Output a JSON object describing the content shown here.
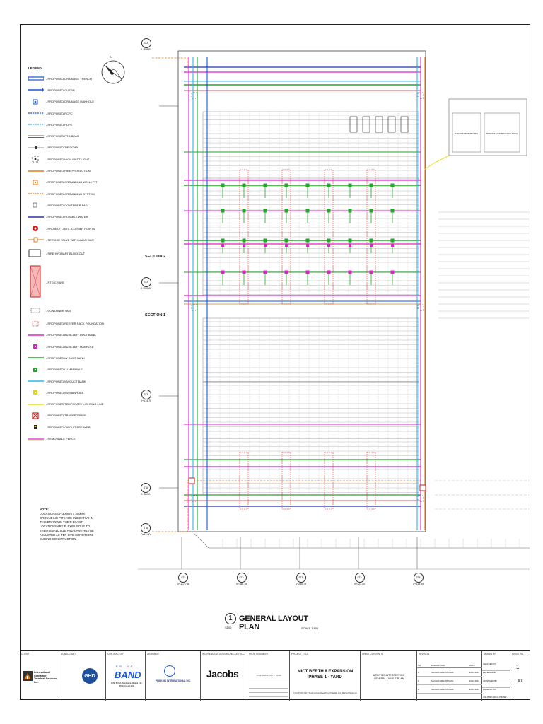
{
  "legend": {
    "title": "LEGEND",
    "items": [
      {
        "label": "- PROPOSED DRAINAGE TRENCH",
        "color": "#1a55d6",
        "sym": "trench"
      },
      {
        "label": "- PROPOSED OUTFALL",
        "color": "#1a55d6",
        "sym": "outfall"
      },
      {
        "label": "- PROPOSED DRAINAGE MANHOLE",
        "color": "#1a55d6",
        "sym": "mh"
      },
      {
        "label": "- PROPOSED RCPC",
        "color": "#1a55d6",
        "sym": "dash"
      },
      {
        "label": "- PROPOSED HDPE",
        "color": "#39a0e0",
        "sym": "dash"
      },
      {
        "label": "- PROPOSED RTG BEAM",
        "color": "#666666",
        "sym": "beam"
      },
      {
        "label": "- PROPOSED TIE DOWN",
        "color": "#333333",
        "sym": "tie"
      },
      {
        "label": "- PROPOSED HIGH MAST LIGHT",
        "color": "#222222",
        "sym": "hml"
      },
      {
        "label": "- PROPOSED FIRE PROTECTION",
        "color": "#e37b19",
        "sym": "line"
      },
      {
        "label": "- PROPOSED GROUNDING WELL / PIT",
        "color": "#e37b19",
        "sym": "box"
      },
      {
        "label": "- PROPOSED GROUNDING SYSTEM",
        "color": "#e37b19",
        "sym": "dash"
      },
      {
        "label": "- PROPOSED CONTAINER PAD",
        "color": "#333333",
        "sym": "pad"
      },
      {
        "label": "- PROPOSED POTABLE WATER",
        "color": "#2233aa",
        "sym": "line"
      },
      {
        "label": "- PROJECT LIMIT - CORNER POINTS",
        "color": "#d61a1a",
        "sym": "dot"
      },
      {
        "label": "- SERVICE VALVE WITH VALVE BOX",
        "color": "#e37b19",
        "sym": "valve"
      },
      {
        "label": "- FIRE HYDRANT BLOCKOUT",
        "color": "#333333",
        "sym": "hyd"
      },
      {
        "label": "- RTG CRANE",
        "color": "#d61a1a",
        "sym": "rtg"
      },
      {
        "label": "- CONTAINER VAN",
        "color": "#333333",
        "sym": "van"
      },
      {
        "label": "- PROPOSED REEFER RACK FOUNDATION",
        "color": "#d61a1a",
        "sym": "reefer"
      },
      {
        "label": "- PROPOSED AUXILIARY DUCT BANK",
        "color": "#e020c8",
        "sym": "line"
      },
      {
        "label": "- PROPOSED AUXILIARY MANHOLE",
        "color": "#e020c8",
        "sym": "sq"
      },
      {
        "label": "- PROPOSED LV DUCT BANK",
        "color": "#22a52a",
        "sym": "line"
      },
      {
        "label": "- PROPOSED LV MANHOLE",
        "color": "#22a52a",
        "sym": "sq"
      },
      {
        "label": "- PROPOSED MV DUCT BANK",
        "color": "#29b8e8",
        "sym": "line"
      },
      {
        "label": "- PROPOSED MV MANHOLE",
        "color": "#e6d21a",
        "sym": "sq"
      },
      {
        "label": "- PROPOSED TEMPORARY LIGHTING LINE",
        "color": "#e8e020",
        "sym": "line"
      },
      {
        "label": "- PROPOSED TRANSFORMER",
        "color": "#d61a1a",
        "sym": "xfmr"
      },
      {
        "label": "- PROPOSED CIRCUIT BREAKER",
        "color": "#e6d21a",
        "sym": "cb"
      },
      {
        "label": "- REMOVABLE FENCE",
        "color": "#e020c8",
        "sym": "fence"
      }
    ]
  },
  "note": {
    "title": "NOTE:",
    "text": "LOCATIONS OF 300mm x 300mm GROUNDING PITS ARE INDICATIVE IN THIS DRAWING. THEIR EXACT LOCATIONS ARE FLEXIBLE DUE TO THEIR SMALL SIZE AND CAN THUS BE ADJUSTED AS PER SITE CONDITIONS DURING CONSTRUCTION."
  },
  "plan": {
    "number": "1",
    "title": "GENERAL LAYOUT PLAN",
    "ref": "S100",
    "scale": "SCALE 1:800"
  },
  "sections": {
    "s1": "SECTION 1",
    "s2": "SECTION 2"
  },
  "stations": {
    "left": [
      {
        "label": "STA",
        "value": "0+358.29"
      },
      {
        "label": "STA",
        "value": "0+250.60"
      },
      {
        "label": "STA",
        "value": "0+174.70"
      },
      {
        "label": "STA",
        "value": "0+88.50"
      },
      {
        "label": "STA",
        "value": "0+43.00"
      }
    ],
    "bottom": [
      {
        "label": "STA",
        "value": "0+117.788"
      },
      {
        "label": "STA",
        "value": "0+168.78"
      },
      {
        "label": "STA",
        "value": "0+250.78"
      },
      {
        "label": "STA",
        "value": "0+323.40"
      },
      {
        "label": "STA",
        "value": "0+414.60"
      }
    ]
  },
  "site_labels": {
    "building1": "TRANSFORMER AREA",
    "building2": "REEFER MAINTENANCE AREA",
    "north": "N"
  },
  "titleblock": {
    "client_head": "CLIENT",
    "consultant_head": "CONSULTANT",
    "contractor_head": "CONTRACTOR",
    "designer_head": "DESIGNER",
    "idc_head": "INDEPENDENT DESIGN CHECKER (IDC)",
    "prof_head": "PROF. ENGINEER",
    "project_head": "PROJECT TITLE",
    "sheet_head": "SHEET CONTENTS",
    "rev_head": "REVISION",
    "drawn_head": "DRAWN BY",
    "sheet_no_head": "SHEET NO.",
    "client_name": "International Container Terminal Services, Inc.",
    "consultant_logo": "GHD",
    "contractor_logo_top": "P R I M A",
    "contractor_logo": "BAND",
    "contractor_sub": "1550 BCDA, Marijuana; Makati City, Philippines 1232",
    "designer_name": "PHILKOEI INTERNATIONAL, INC.",
    "idc_logo": "Jacobs",
    "prof_name": "JOSE GERONIMO S. BAND",
    "project_title": "MICT BERTH 8 EXPANSION",
    "project_sub": "PHASE 1 - YARD",
    "project_loc": "LOCATION: MICT South Access Road Port of Manila, 1012 Manila Philippines",
    "sheet_content": "UTILITIES INTERSECTION GENERAL LAYOUT PLAN",
    "rev_rows": [
      {
        "no": "0",
        "desc": "ISSUED FOR APPROVAL",
        "date": "22.04.2024"
      },
      {
        "no": "1",
        "desc": "ISSUED FOR APPROVAL",
        "date": "22.04.2024"
      },
      {
        "no": "2",
        "desc": "ISSUED FOR APPROVAL",
        "date": "22.04.2024"
      }
    ],
    "rev_cols": [
      "NO.",
      "DESCRIPTION",
      "DATE"
    ],
    "sign_rows": [
      "CHECKED BY",
      "REVIEWED BY",
      "APPROVED BY",
      "DRAWING NO."
    ],
    "sheet_no": "1",
    "sheet_total": "XX",
    "drawing_no": "YGD-PBMD-SW2-01-PHU-SET-10019"
  },
  "colors": {
    "drain": "#1a55d6",
    "aux": "#e020c8",
    "lv": "#22a52a",
    "mv": "#29b8e8",
    "fire": "#e37b19",
    "water": "#2233aa",
    "grid": "#8a8a8a",
    "red": "#d61a1a",
    "yellow": "#e6d21a"
  }
}
